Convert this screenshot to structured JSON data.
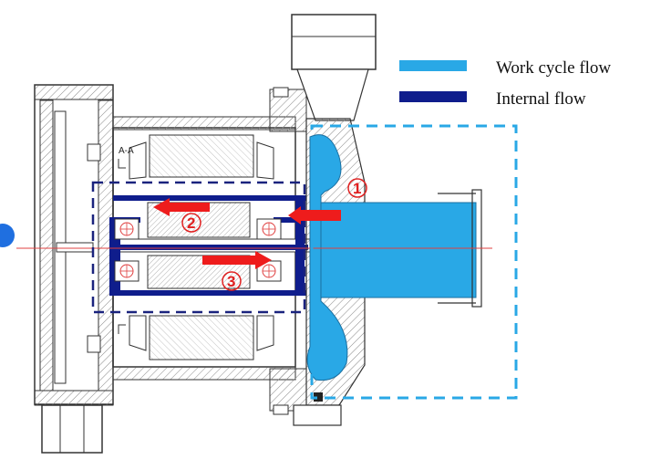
{
  "legend": {
    "items": [
      {
        "label": "Work cycle flow",
        "color": "#29a8e6"
      },
      {
        "label": "Internal flow",
        "color": "#0f1d8c"
      }
    ]
  },
  "section_label": "A-A",
  "flow_markers": [
    "1",
    "2",
    "3"
  ],
  "colors": {
    "work_cycle": "#29a8e6",
    "internal": "#0f1d8c",
    "arrow": "#ee1c1c",
    "hatch": "#888888",
    "outline": "#333333",
    "frame_dash_light": "#29a8e6",
    "frame_dash_dark": "#1a237e",
    "center_line": "#e04040",
    "edge_dot": "#1f6fe0"
  }
}
